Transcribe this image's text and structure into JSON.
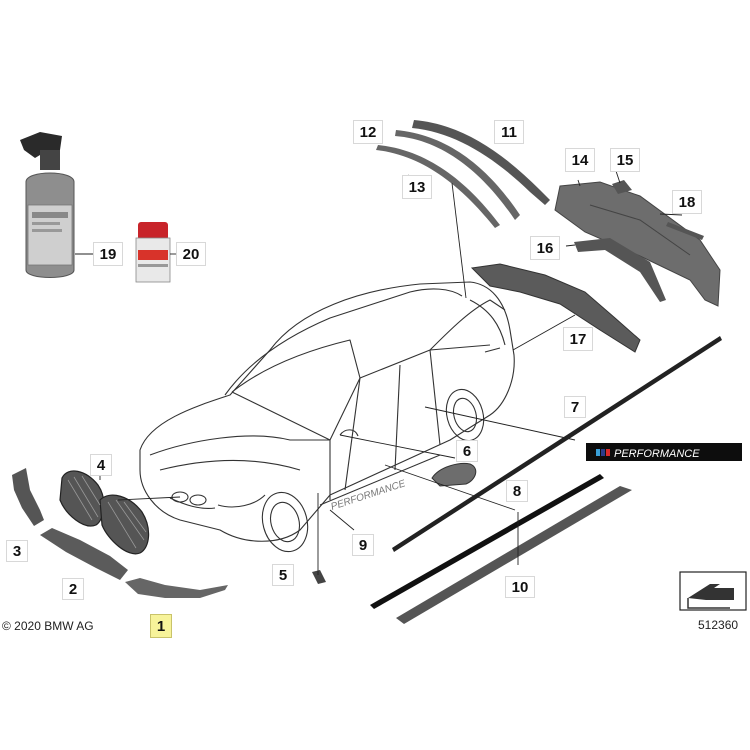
{
  "copyright": "© 2020 BMW AG",
  "diagram_id": "512360",
  "badge_text": "PERFORMANCE",
  "colors": {
    "line": "#222222",
    "part_fill": "#6d6d6d",
    "part_fill_dark": "#3c3c3c",
    "highlight": "#f7f39a"
  },
  "icons": [
    "spray-bottle-icon",
    "adhesive-jar-icon",
    "arrow-folder-icon"
  ],
  "parts": [
    {
      "number": "1",
      "highlighted": true
    },
    {
      "number": "2"
    },
    {
      "number": "3"
    },
    {
      "number": "4"
    },
    {
      "number": "5"
    },
    {
      "number": "6"
    },
    {
      "number": "7"
    },
    {
      "number": "8"
    },
    {
      "number": "9"
    },
    {
      "number": "10"
    },
    {
      "number": "11"
    },
    {
      "number": "12"
    },
    {
      "number": "13"
    },
    {
      "number": "14"
    },
    {
      "number": "15"
    },
    {
      "number": "16"
    },
    {
      "number": "17"
    },
    {
      "number": "18"
    },
    {
      "number": "19"
    },
    {
      "number": "20"
    }
  ]
}
